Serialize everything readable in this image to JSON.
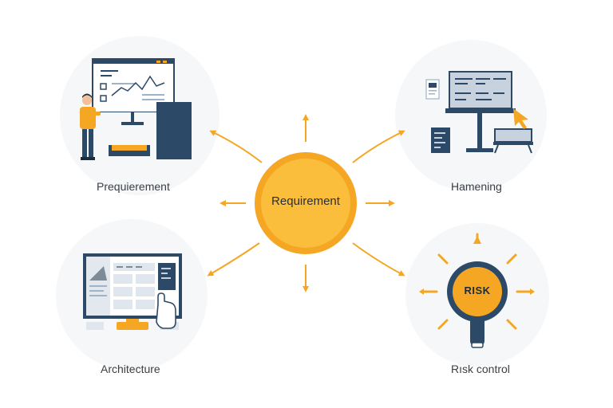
{
  "diagram": {
    "center": {
      "label": "Requirement"
    },
    "nodes": [
      {
        "id": "top-left",
        "label": "Prequierement",
        "icon": "presentation-board-icon"
      },
      {
        "id": "top-right",
        "label": "Hamening",
        "icon": "desk-workstation-icon"
      },
      {
        "id": "bottom-left",
        "label": "Architecture",
        "icon": "monitor-touch-icon"
      },
      {
        "id": "bottom-right",
        "label": "Rısk control",
        "icon": "risk-bulb-icon",
        "badge": "RISK"
      }
    ]
  },
  "colors": {
    "accent": "#f7a823",
    "accent_light": "#fbbd3c",
    "navy": "#2c4a68",
    "panel": "#c7d2de",
    "soft_bg": "#f7f8fa"
  }
}
